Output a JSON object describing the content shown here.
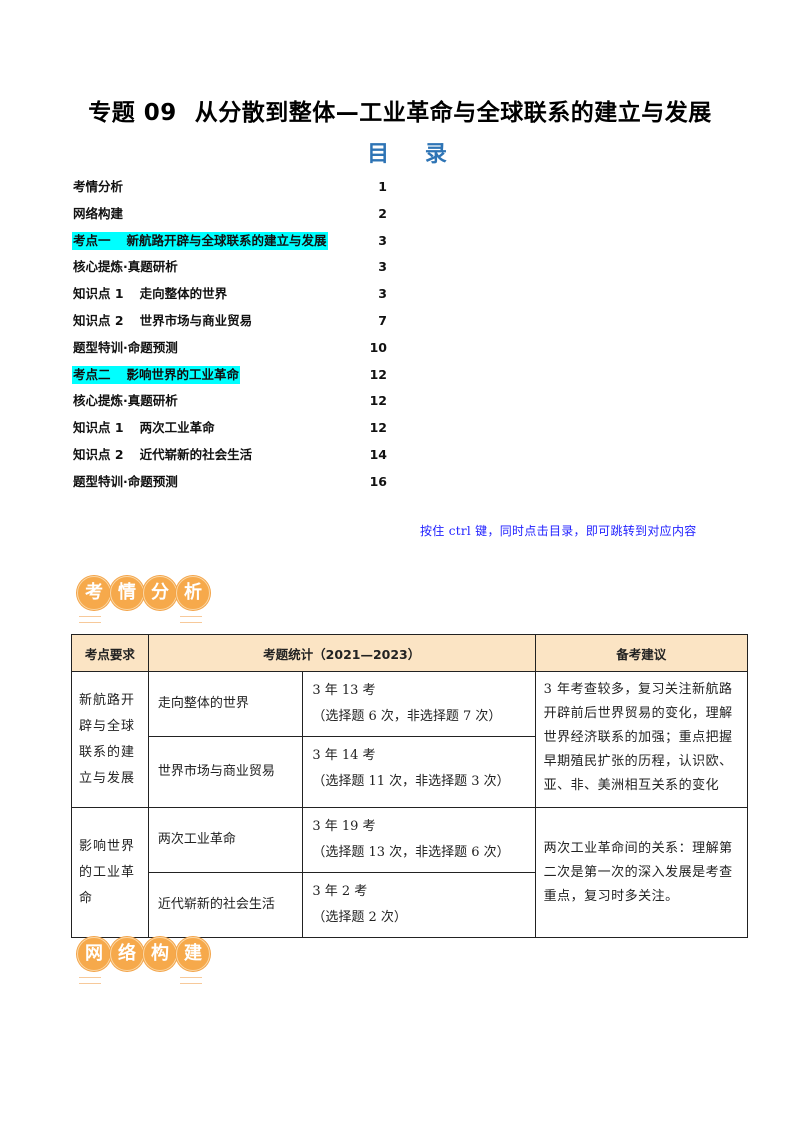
{
  "title": {
    "number": "专题 09",
    "text": "从分散到整体—工业革命与全球联系的建立与发展"
  },
  "toc": {
    "heading": "目  录",
    "items": [
      {
        "label": "考情分析",
        "page": "1",
        "highlight": false
      },
      {
        "label": "网络构建",
        "page": "2",
        "highlight": false
      },
      {
        "prefix": "考点一",
        "label": "新航路开辟与全球联系的建立与发展",
        "page": "3",
        "highlight": true
      },
      {
        "label": "核心提炼·真题研析",
        "page": "3",
        "highlight": false
      },
      {
        "prefix": "知识点 1",
        "label": "走向整体的世界",
        "page": "3",
        "highlight": false
      },
      {
        "prefix": "知识点 2",
        "label": "世界市场与商业贸易",
        "page": "7",
        "highlight": false
      },
      {
        "label": "题型特训·命题预测",
        "page": "10",
        "highlight": false
      },
      {
        "prefix": "考点二",
        "label": "影响世界的工业革命",
        "page": "12",
        "highlight": true
      },
      {
        "label": "核心提炼·真题研析",
        "page": "12",
        "highlight": false
      },
      {
        "prefix": "知识点 1",
        "label": "两次工业革命",
        "page": "12",
        "highlight": false
      },
      {
        "prefix": "知识点 2",
        "label": "近代崭新的社会生活",
        "page": "14",
        "highlight": false
      },
      {
        "label": "题型特训·命题预测",
        "page": "16",
        "highlight": false
      }
    ],
    "hint": "按住 ctrl 键，同时点击目录，即可跳转到对应内容"
  },
  "sections": {
    "analysis_badge": [
      "考",
      "情",
      "分",
      "析"
    ],
    "network_badge": [
      "网",
      "络",
      "构",
      "建"
    ]
  },
  "table": {
    "headers": [
      "考点要求",
      "考题统计（2021—2023）",
      "备考建议"
    ],
    "groups": [
      {
        "requirement": "新航路开辟与全球联系的建立与发展",
        "advice": "3 年考查较多，复习关注新航路开辟前后世界贸易的变化，理解世界经济联系的加强；重点把握早期殖民扩张的历程，认识欧、亚、非、美洲相互关系的变化",
        "rows": [
          {
            "topic": "走向整体的世界",
            "count": "3 年 13 考",
            "detail": "（选择题 6 次，非选择题 7 次）"
          },
          {
            "topic": "世界市场与商业贸易",
            "count": "3 年 14 考",
            "detail": "（选择题 11 次，非选择题 3 次）"
          }
        ]
      },
      {
        "requirement": "影响世界的工业革命",
        "advice": "两次工业革命间的关系：理解第二次是第一次的深入发展是考查重点，复习时多关注。",
        "rows": [
          {
            "topic": "两次工业革命",
            "count": "3 年 19 考",
            "detail": "（选择题 13 次，非选择题 6 次）"
          },
          {
            "topic": "近代崭新的社会生活",
            "count": "3 年 2 考",
            "detail": "（选择题 2 次）"
          }
        ]
      }
    ]
  },
  "colors": {
    "toc_heading": "#2e74b5",
    "highlight": "#00ffff",
    "hint": "#1f1fff",
    "badge": "#f6a94b",
    "table_header_bg": "#fbe4c4"
  }
}
